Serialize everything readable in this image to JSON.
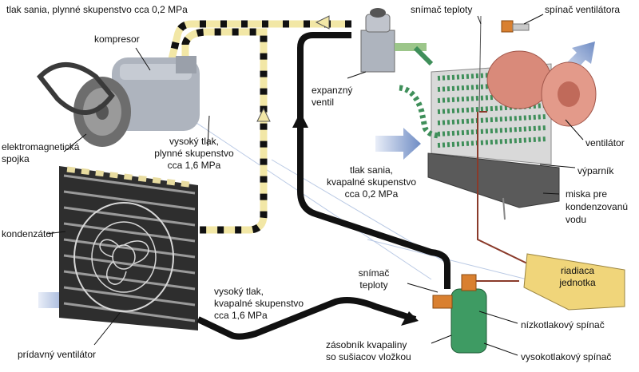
{
  "labels": {
    "suction_gas": "tlak sania, plynné skupenstvo cca 0,2 MPa",
    "compressor": "kompresor",
    "clutch_l1": "elektromagnetická",
    "clutch_l2": "spojka",
    "hp_gas_l1": "vysoký tlak,",
    "hp_gas_l2": "plynné skupenstvo",
    "hp_gas_l3": "cca 1,6 MPa",
    "condenser": "kondenzátor",
    "aux_fan": "prídavný ventilátor",
    "exp_valve_l1": "expanzný",
    "exp_valve_l2": "ventil",
    "temp_sensor_top": "snímač teploty",
    "fan_switch": "spínač ventilátora",
    "fan": "ventilátor",
    "evaporator": "výparník",
    "suction_liq_l1": "tlak sania,",
    "suction_liq_l2": "kvapalné skupenstvo",
    "suction_liq_l3": "cca 0,2 MPa",
    "tray_l1": "miska pre",
    "tray_l2": "kondenzovanú",
    "tray_l3": "vodu",
    "control_l1": "riadiaca",
    "control_l2": "jednotka",
    "sensor2_l1": "snímač",
    "sensor2_l2": "teploty",
    "lp_switch": "nízkotlakový spínač",
    "hp_liq_l1": "vysoký tlak,",
    "hp_liq_l2": "kvapalné skupenstvo",
    "hp_liq_l3": "cca 1,6 MPa",
    "receiver_l1": "zásobník kvapaliny",
    "receiver_l2": "so sušiacov vložkou",
    "hp_switch": "vysokotlakový spínač"
  },
  "colors": {
    "pipe_gas": "#f2e7a6",
    "pipe_liquid": "#111111",
    "evaporator": "#3f8f5a",
    "fan": "#d98a7a",
    "receiver": "#3e9b63",
    "control_unit": "#f0d57a",
    "airflow": "#7f98c8"
  }
}
